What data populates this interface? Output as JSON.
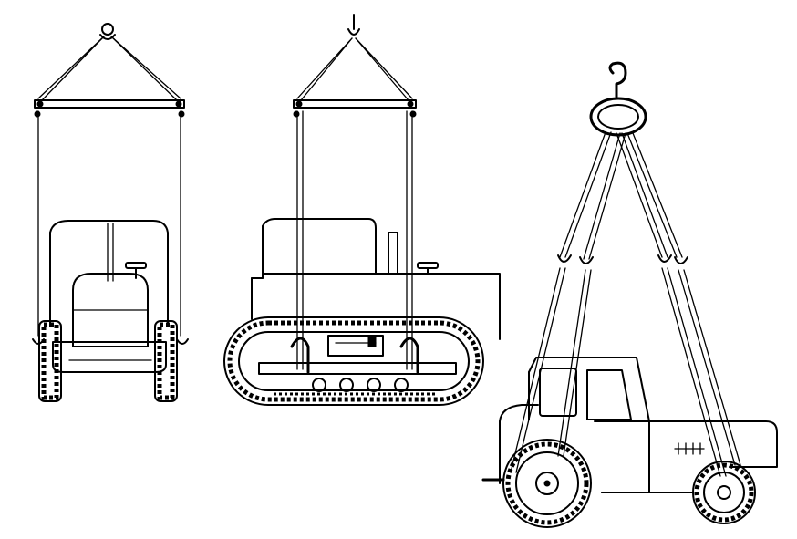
{
  "figure": {
    "panels": [
      {
        "id": "crawler-front-view",
        "subject": "crawler-tractor"
      },
      {
        "id": "crawler-side-view",
        "subject": "crawler-tractor"
      },
      {
        "id": "wheeled-tractor-side-view",
        "subject": "wheeled-tractor"
      }
    ],
    "colors": {
      "line": "#000000",
      "background": "#ffffff"
    }
  }
}
